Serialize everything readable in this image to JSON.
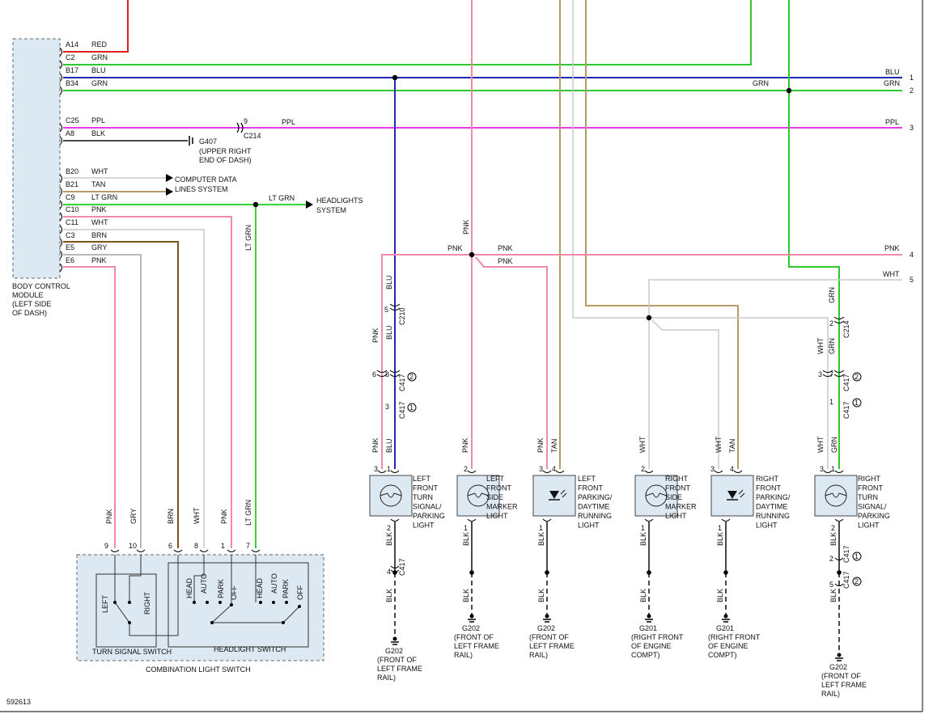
{
  "figure_id": "592613",
  "colors": {
    "RED": "#e02020",
    "GRN": "#2cc82c",
    "BLU": "#1e2ab4",
    "PPL": "#e83ae8",
    "BLK": "#4a4a4a",
    "WHT": "#c8c8c8",
    "TAN": "#b59a6a",
    "LTGRN": "#36d236",
    "PNK": "#f08aa6",
    "BRN": "#7a5418",
    "GRY": "#b8b8b8"
  },
  "module": {
    "label_lines": [
      "BODY CONTROL",
      "MODULE",
      "(LEFT SIDE",
      "OF DASH)"
    ],
    "pins": [
      {
        "pin": "A14",
        "color": "RED"
      },
      {
        "pin": "C2",
        "color": "GRN"
      },
      {
        "pin": "B17",
        "color": "BLU"
      },
      {
        "pin": "B34",
        "color": "GRN"
      },
      {
        "pin": "C25",
        "color": "PPL"
      },
      {
        "pin": "A8",
        "color": "BLK"
      },
      {
        "pin": "B20",
        "color": "WHT"
      },
      {
        "pin": "B21",
        "color": "TAN"
      },
      {
        "pin": "C9",
        "color": "LT GRN"
      },
      {
        "pin": "C10",
        "color": "PNK"
      },
      {
        "pin": "C11",
        "color": "WHT"
      },
      {
        "pin": "C3",
        "color": "BRN"
      },
      {
        "pin": "E5",
        "color": "GRY"
      },
      {
        "pin": "E6",
        "color": "PNK"
      }
    ]
  },
  "ground_g407": {
    "name": "G407",
    "loc_lines": [
      "(UPPER RIGHT",
      "END OF DASH)"
    ]
  },
  "c214_top": {
    "name": "C214",
    "pin": "9"
  },
  "refs": {
    "computer_data": [
      "COMPUTER DATA",
      "LINES SYSTEM"
    ],
    "headlights": [
      "HEADLIGHTS",
      "SYSTEM"
    ]
  },
  "wire_labels": {
    "blu": "BLU",
    "grn": "GRN",
    "ppl": "PPL",
    "pnk": "PNK",
    "wht": "WHT",
    "ltgrn": "LT GRN",
    "blk": "BLK",
    "tan": "TAN",
    "brn": "BRN",
    "gry": "GRY"
  },
  "right_refs": [
    "1",
    "2",
    "3",
    "4",
    "5"
  ],
  "connectors": {
    "c210": "C210",
    "c417": "C417",
    "c214": "C214",
    "circle1": "1",
    "circle2": "2"
  },
  "pin_nums": {
    "p1": "1",
    "p2": "2",
    "p3": "3",
    "p4": "4",
    "p5": "5",
    "p6": "6",
    "p7": "7",
    "p8": "8",
    "p9": "9",
    "p10": "10"
  },
  "lights": {
    "lf_turn": [
      "LEFT",
      "FRONT",
      "TURN",
      "SIGNAL/",
      "PARKING",
      "LIGHT"
    ],
    "lf_side": [
      "LEFT",
      "FRONT",
      "SIDE",
      "MARKER",
      "LIGHT"
    ],
    "lf_drl": [
      "LEFT",
      "FRONT",
      "PARKING/",
      "DAYTIME",
      "RUNNING",
      "LIGHT"
    ],
    "rf_side": [
      "RIGHT",
      "FRONT",
      "SIDE",
      "MARKER",
      "LIGHT"
    ],
    "rf_drl": [
      "RIGHT",
      "FRONT",
      "PARKING/",
      "DAYTIME",
      "RUNNING",
      "LIGHT"
    ],
    "rf_turn": [
      "RIGHT",
      "FRONT",
      "TURN",
      "SIGNAL/",
      "PARKING",
      "LIGHT"
    ]
  },
  "grounds": {
    "g202_a": [
      "G202",
      "(FRONT OF",
      "LEFT FRAME",
      "RAIL)"
    ],
    "g202_b": [
      "G202",
      "(FRONT OF",
      "LEFT FRAME",
      "RAIL)"
    ],
    "g202_c": [
      "G202",
      "(FRONT OF",
      "LEFT FRAME",
      "RAIL)"
    ],
    "g201_a": [
      "G201",
      "(RIGHT FRONT",
      "OF ENGINE",
      "COMPT)"
    ],
    "g201_b": [
      "G201",
      "(RIGHT FRONT",
      "OF ENGINE",
      "COMPT)"
    ],
    "g202_d": [
      "G202",
      "(FRONT OF",
      "LEFT FRAME",
      "RAIL)"
    ]
  },
  "switch": {
    "title": "COMBINATION LIGHT SWITCH",
    "turn": "TURN SIGNAL SWITCH",
    "head": "HEADLIGHT SWITCH",
    "left": "LEFT",
    "right": "RIGHT",
    "positions": [
      "HEAD",
      "AUTO",
      "PARK",
      "OFF"
    ]
  }
}
